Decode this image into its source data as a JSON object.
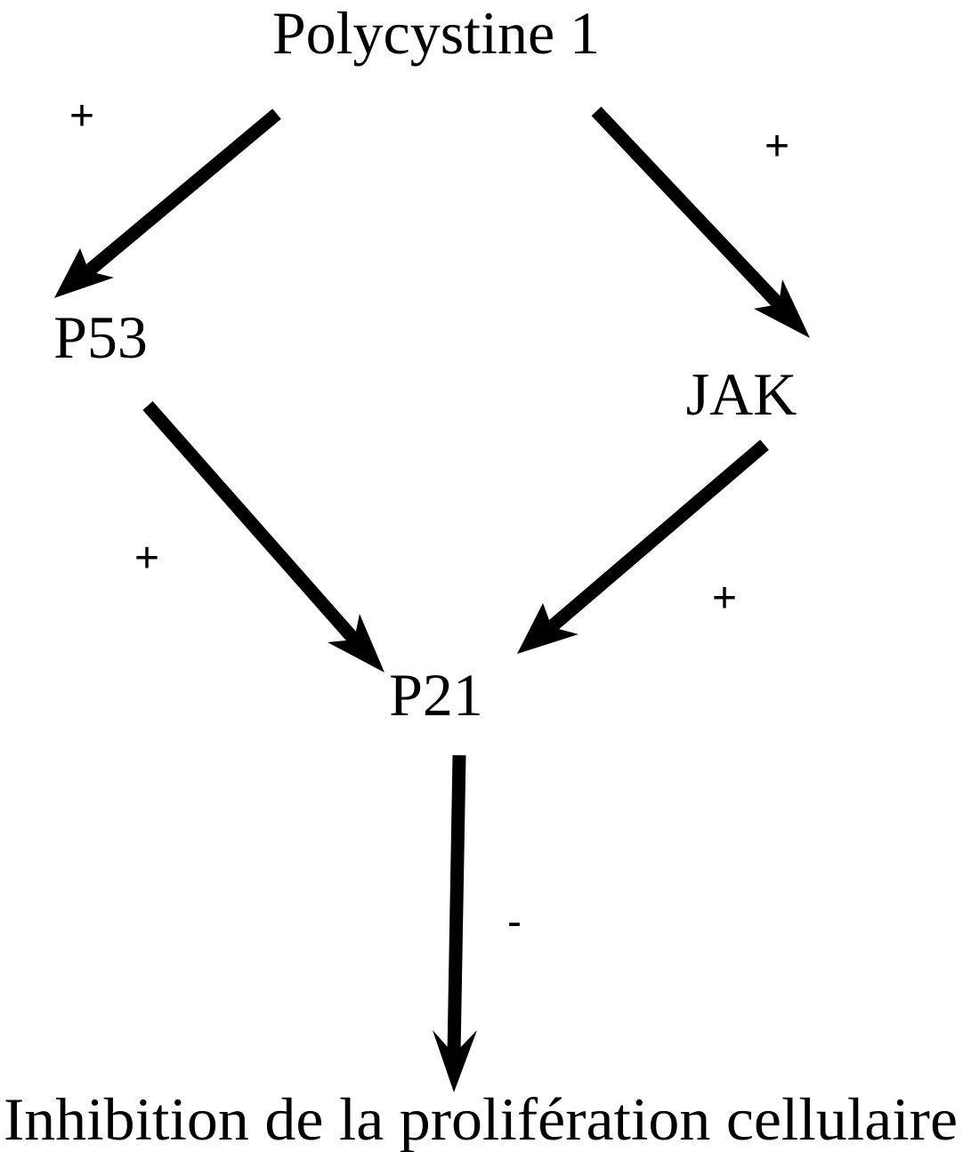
{
  "nodes": {
    "polycystine": "Polycystine 1",
    "p53": "P53",
    "jak": "JAK",
    "p21": "P21",
    "outcome": "Inhibition de la prolifération cellulaire"
  },
  "edges": [
    {
      "from": "Polycystine 1",
      "to": "P53",
      "sign": "+"
    },
    {
      "from": "Polycystine 1",
      "to": "JAK",
      "sign": "+"
    },
    {
      "from": "P53",
      "to": "P21",
      "sign": "+"
    },
    {
      "from": "JAK",
      "to": "P21",
      "sign": "+"
    },
    {
      "from": "P21",
      "to": "Inhibition de la prolifération cellulaire",
      "sign": "-"
    }
  ],
  "colors": {
    "ink": "#000000",
    "background": "#ffffff"
  }
}
